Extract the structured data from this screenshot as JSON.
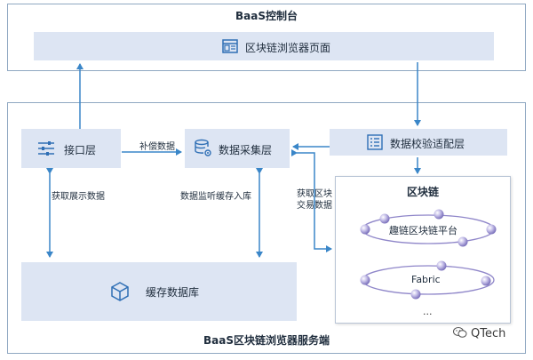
{
  "top_section": {
    "title": "BaaS控制台",
    "browser_page": "区块链浏览器页面"
  },
  "bottom_section": {
    "title": "BaaS区块链浏览器服务端",
    "interface_layer": "接口层",
    "collection_layer": "数据采集层",
    "validation_layer": "数据校验适配层",
    "cache_db": "缓存数据库",
    "blockchain": {
      "title": "区块链",
      "platform1": "趣链区块链平台",
      "platform2": "Fabric",
      "more": "..."
    },
    "edges": {
      "compensate": "补偿数据",
      "fetch_display": "获取展示数据",
      "monitor_cache": "数据监听缓存入库",
      "fetch_tx_line1": "获取区块",
      "fetch_tx_line2": "交易数据"
    }
  },
  "watermark": "QTech",
  "colors": {
    "arrow": "#3a86c8",
    "panel": "#dde5f3",
    "border": "#8fa7c2",
    "node_purple": "#8f86c9"
  }
}
